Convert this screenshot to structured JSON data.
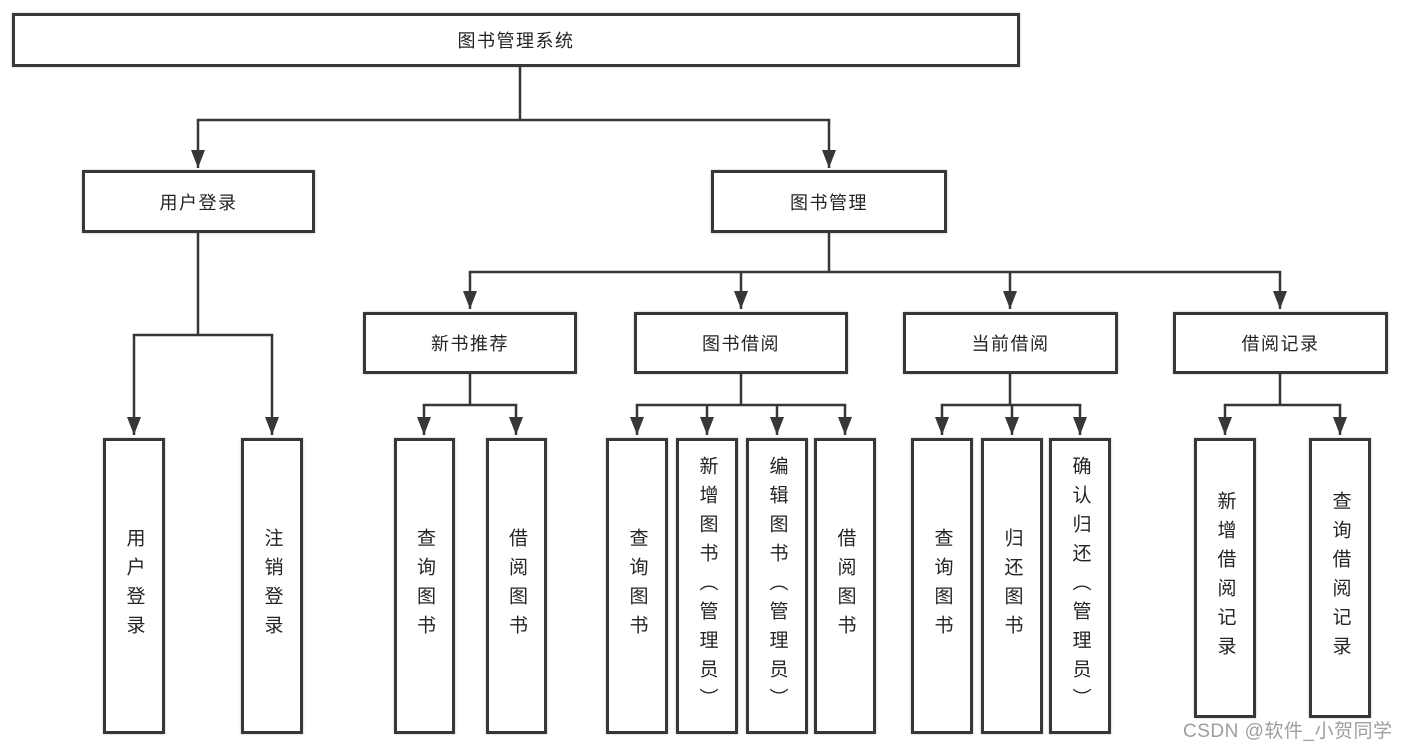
{
  "diagram": {
    "title": "图书管理系统",
    "root": {
      "label": "图书管理系统"
    },
    "level2": [
      {
        "id": "user-login",
        "label": "用户登录"
      },
      {
        "id": "book-management",
        "label": "图书管理"
      }
    ],
    "level3": [
      {
        "id": "new-book-recommend",
        "label": "新书推荐",
        "parent": "图书管理"
      },
      {
        "id": "book-borrow",
        "label": "图书借阅",
        "parent": "图书管理"
      },
      {
        "id": "current-borrow",
        "label": "当前借阅",
        "parent": "图书管理"
      },
      {
        "id": "borrow-records",
        "label": "借阅记录",
        "parent": "图书管理"
      }
    ],
    "leaves": [
      {
        "id": "leaf-user-login",
        "label": "用户登录",
        "parent": "用户登录"
      },
      {
        "id": "leaf-logout",
        "label": "注销登录",
        "parent": "用户登录"
      },
      {
        "id": "leaf-query-books-recommend",
        "label": "查询图书",
        "parent": "新书推荐"
      },
      {
        "id": "leaf-borrow-books-recommend",
        "label": "借阅图书",
        "parent": "新书推荐"
      },
      {
        "id": "leaf-query-books-borrow",
        "label": "查询图书",
        "parent": "图书借阅"
      },
      {
        "id": "leaf-add-books-admin",
        "label": "新增图书（管理员）",
        "parent": "图书借阅"
      },
      {
        "id": "leaf-edit-books-admin",
        "label": "编辑图书（管理员）",
        "parent": "图书借阅"
      },
      {
        "id": "leaf-borrow-books",
        "label": "借阅图书",
        "parent": "图书借阅"
      },
      {
        "id": "leaf-query-books-current",
        "label": "查询图书",
        "parent": "当前借阅"
      },
      {
        "id": "leaf-return-books",
        "label": "归还图书",
        "parent": "当前借阅"
      },
      {
        "id": "leaf-confirm-return-admin",
        "label": "确认归还（管理员）",
        "parent": "当前借阅"
      },
      {
        "id": "leaf-add-borrow-record",
        "label": "新增借阅记录",
        "parent": "借阅记录"
      },
      {
        "id": "leaf-query-borrow-record",
        "label": "查询借阅记录",
        "parent": "借阅记录"
      }
    ],
    "watermark": "CSDN @软件_小贺同学",
    "colors": {
      "line": "#373737",
      "box_border": "#373737",
      "text": "#242424",
      "watermark": "#9e9e9e",
      "background": "#ffffff"
    }
  }
}
